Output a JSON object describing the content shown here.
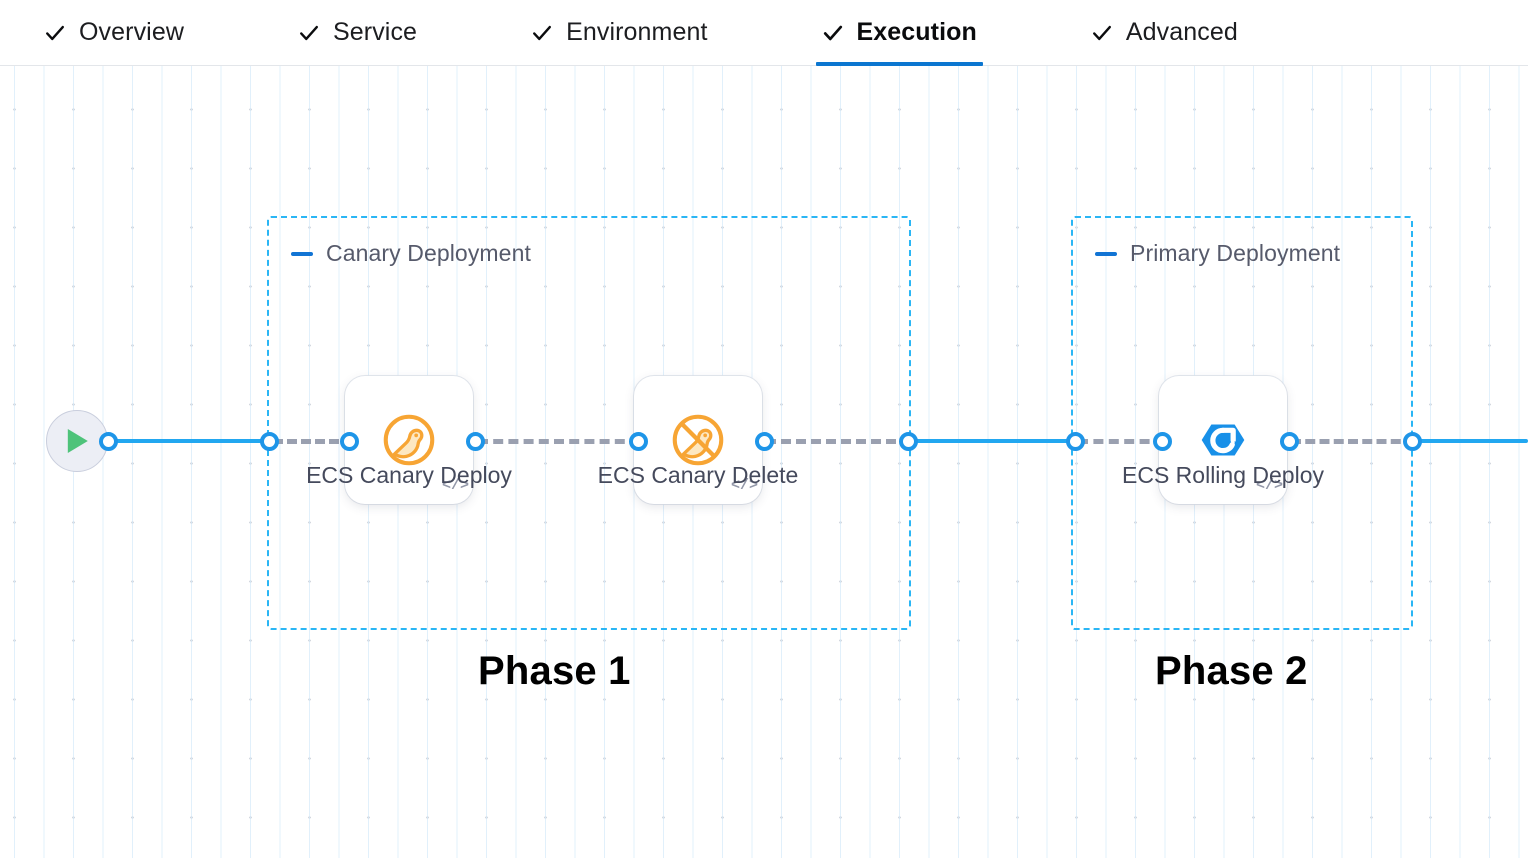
{
  "tabs": [
    {
      "label": "Overview",
      "icon": "check-icon",
      "active": false
    },
    {
      "label": "Service",
      "icon": "check-icon",
      "active": false
    },
    {
      "label": "Environment",
      "icon": "check-icon",
      "active": false
    },
    {
      "label": "Execution",
      "icon": "check-icon",
      "active": true
    },
    {
      "label": "Advanced",
      "icon": "check-icon",
      "active": false
    }
  ],
  "canvas": {
    "start_node": {
      "icon": "play-icon",
      "name": "pipeline-start"
    },
    "groups": [
      {
        "title": "Canary Deployment",
        "collapse_icon": "minus-icon"
      },
      {
        "title": "Primary Deployment",
        "collapse_icon": "minus-icon"
      }
    ],
    "nodes": [
      {
        "label": "ECS Canary Deploy",
        "icon": "canary-bird-icon",
        "badge": "</>"
      },
      {
        "label": "ECS Canary Delete",
        "icon": "canary-bird-delete-icon",
        "badge": "</>"
      },
      {
        "label": "ECS Rolling Deploy",
        "icon": "rolling-deploy-icon",
        "badge": "</>"
      }
    ],
    "annotations": [
      {
        "text": "Phase 1"
      },
      {
        "text": "Phase 2"
      }
    ]
  },
  "colors": {
    "accent_blue": "#0b76d0",
    "edge_blue": "#22a7f0",
    "group_border": "#2ab6f5",
    "canary_orange": "#f7a534",
    "rolling_blue": "#1890e8",
    "play_green": "#4ec37a",
    "dashed_edge_gray": "#9aa0b0"
  }
}
